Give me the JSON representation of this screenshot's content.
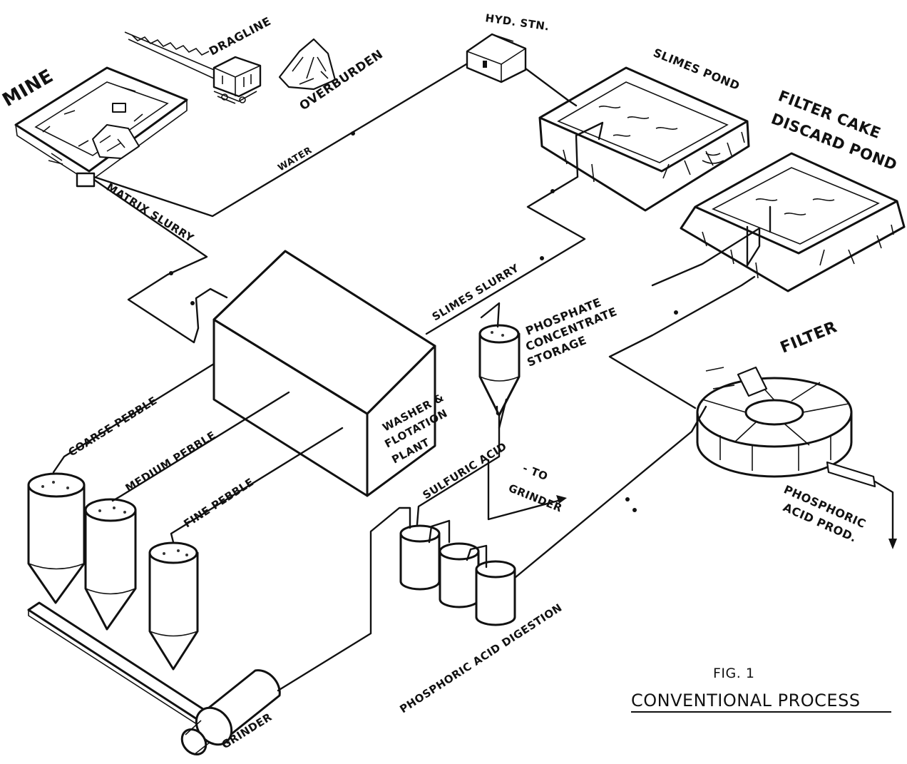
{
  "figure": {
    "number_label": "FIG. 1",
    "title": "CONVENTIONAL PROCESS"
  },
  "labels": {
    "mine": "MINE",
    "dragline": "DRAGLINE",
    "overburden": "OVERBURDEN",
    "hyd_stn": "HYD. STN.",
    "slimes_pond": "SLIMES POND",
    "filter_cake_line1": "FILTER CAKE",
    "filter_cake_line2": "DISCARD POND",
    "water": "WATER",
    "matrix_slurry": "MATRIX SLURRY",
    "slimes_slurry": "SLIMES SLURRY",
    "phosphate_line1": "PHOSPHATE",
    "phosphate_line2": "CONCENTRATE",
    "phosphate_line3": "STORAGE",
    "filter": "FILTER",
    "plant_line1": "WASHER &",
    "plant_line2": "FLOTATION",
    "plant_line3": "PLANT",
    "coarse_pebble": "COARSE PEBBLE",
    "medium_pebble": "MEDIUM PEBBLE",
    "fine_pebble": "FINE PEBBLE",
    "sulfuric_acid": "SULFURIC ACID",
    "to_grinder_line1": "- TO",
    "to_grinder_line2": "GRINDER",
    "phosphoric_prod_line1": "PHOSPHORIC",
    "phosphoric_prod_line2": "ACID PROD.",
    "digestion": "PHOSPHORIC ACID DIGESTION",
    "grinder": "GRINDER"
  }
}
